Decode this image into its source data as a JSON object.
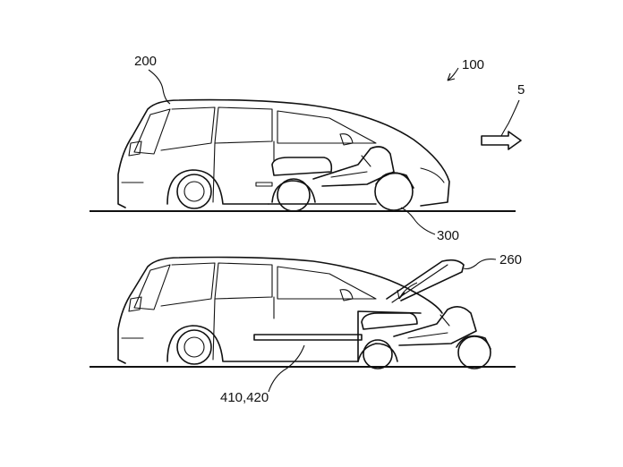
{
  "labels": {
    "system": "100",
    "vehicle": "200",
    "direction": "5",
    "motorcycle": "300",
    "hood": "260",
    "rails": "410,420"
  }
}
